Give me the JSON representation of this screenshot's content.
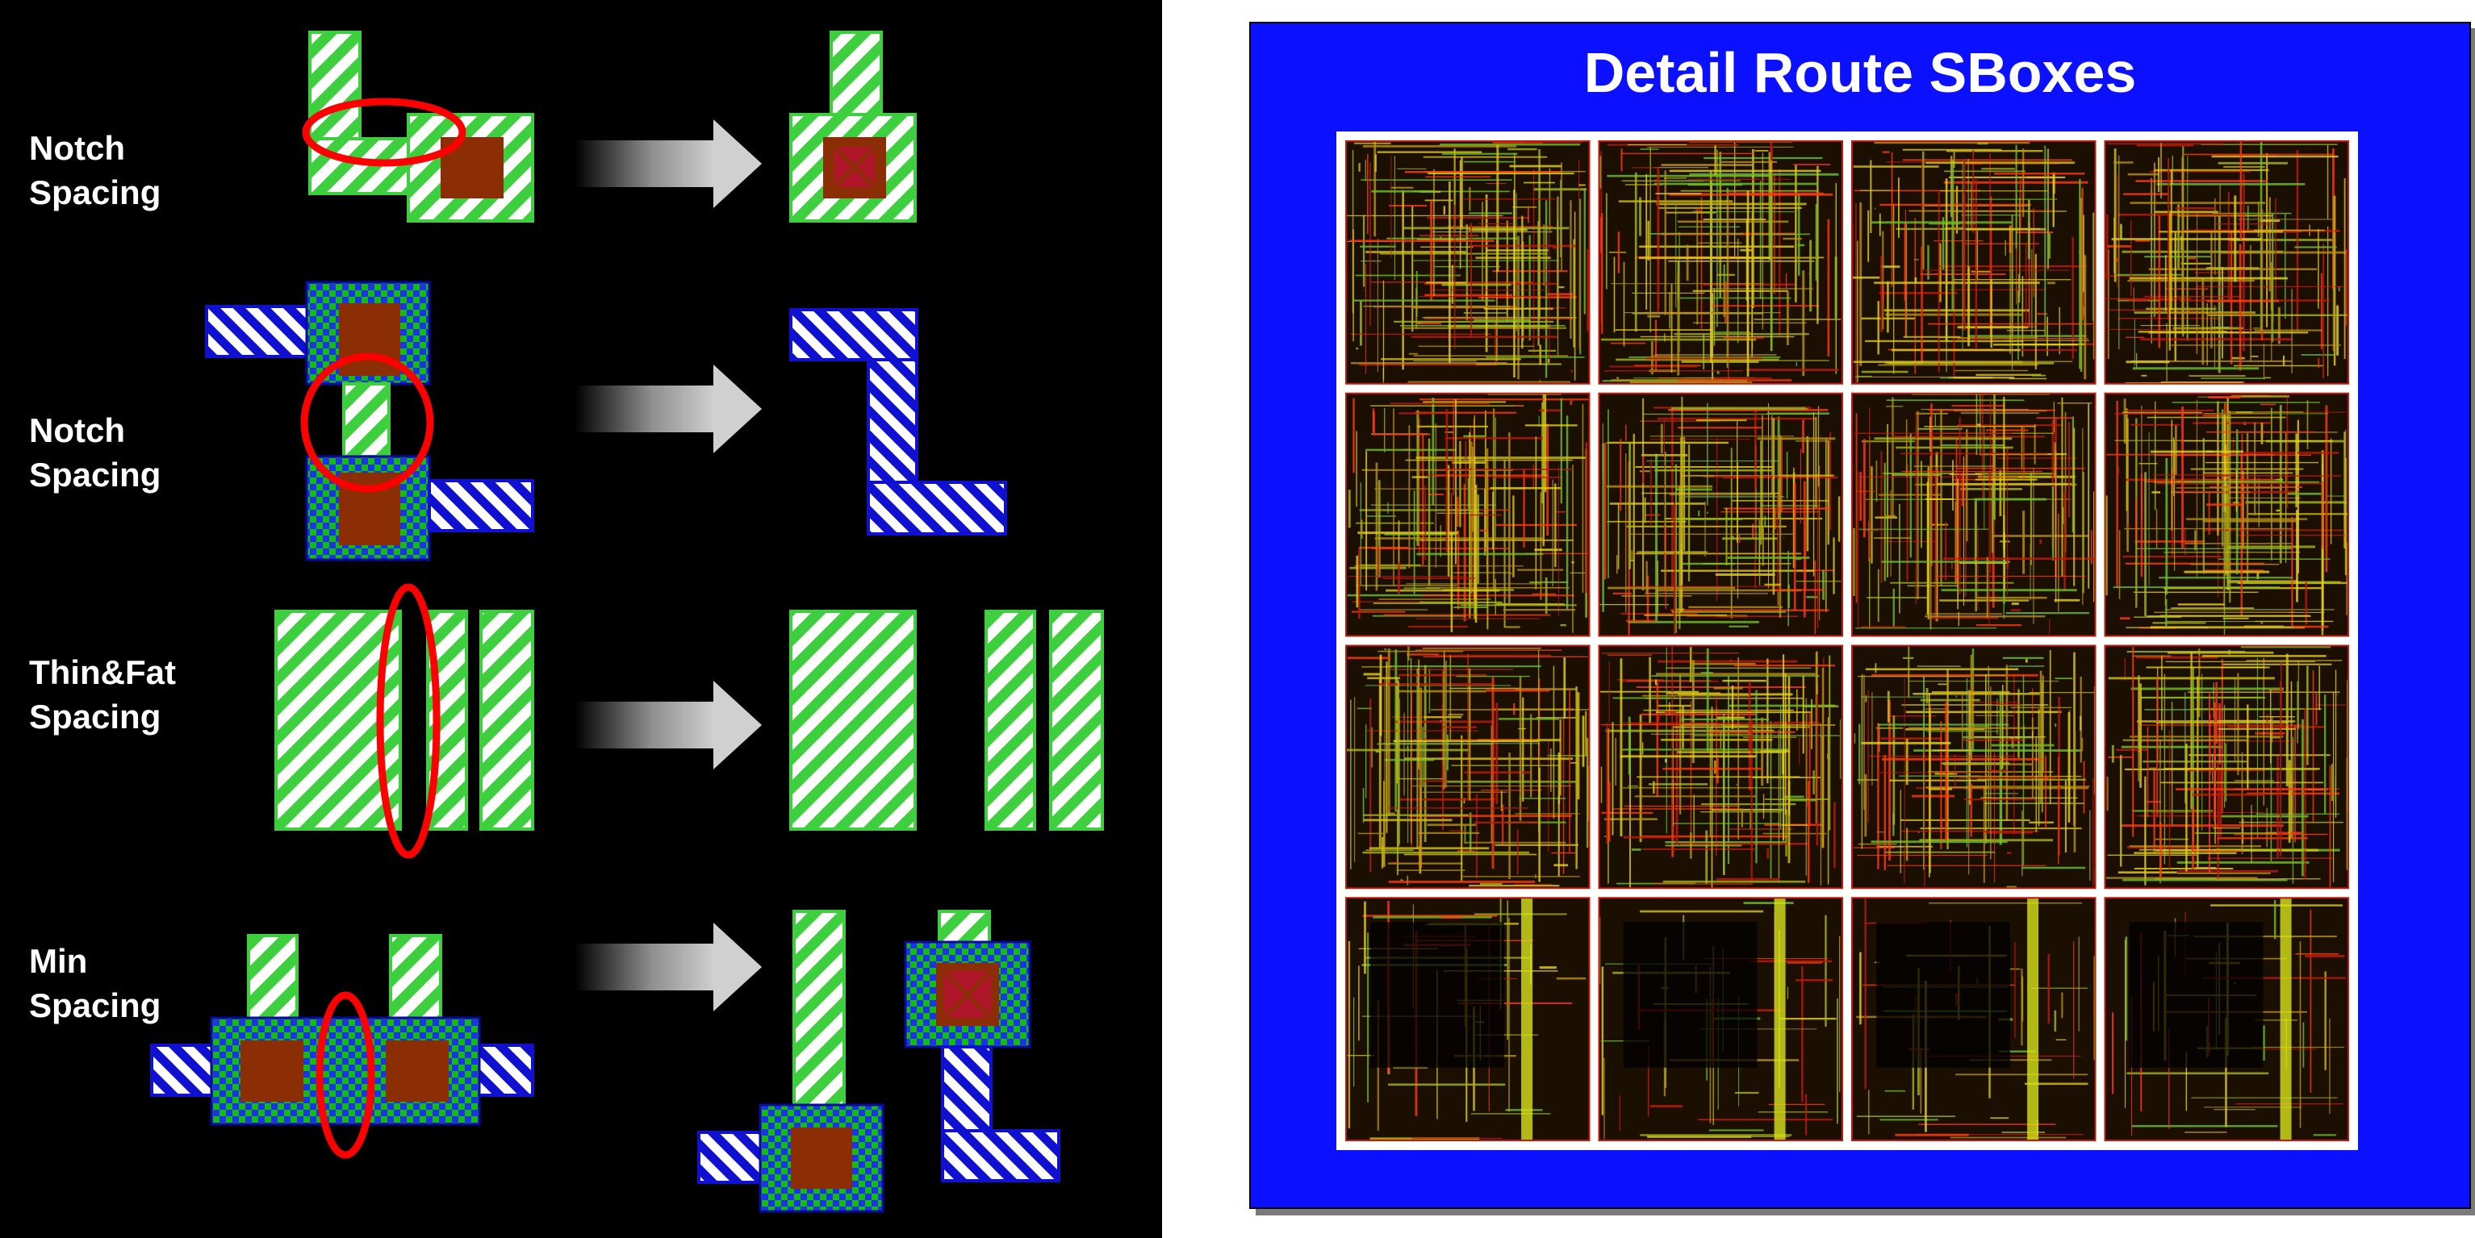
{
  "rules": [
    {
      "id": "notch-1",
      "line1": "Notch",
      "line2": "Spacing"
    },
    {
      "id": "notch-2",
      "line1": "Notch",
      "line2": "Spacing"
    },
    {
      "id": "thin-fat",
      "line1": "Thin&Fat",
      "line2": "Spacing"
    },
    {
      "id": "min",
      "line1": "Min",
      "line2": "Spacing"
    }
  ],
  "sbox_panel": {
    "title": "Detail Route SBoxes",
    "rows": 4,
    "cols": 4
  },
  "colors": {
    "background": "#000000",
    "metal_green": "#3ecf3e",
    "metal_blue": "#1010d0",
    "via_brown": "#8b2e05",
    "violation_red": "#ff0000",
    "panel_blue": "#0b10ff",
    "grid_white": "#ffffff"
  },
  "icons": [
    "arrow-right-icon",
    "violation-ellipse-icon",
    "via-x-icon"
  ]
}
